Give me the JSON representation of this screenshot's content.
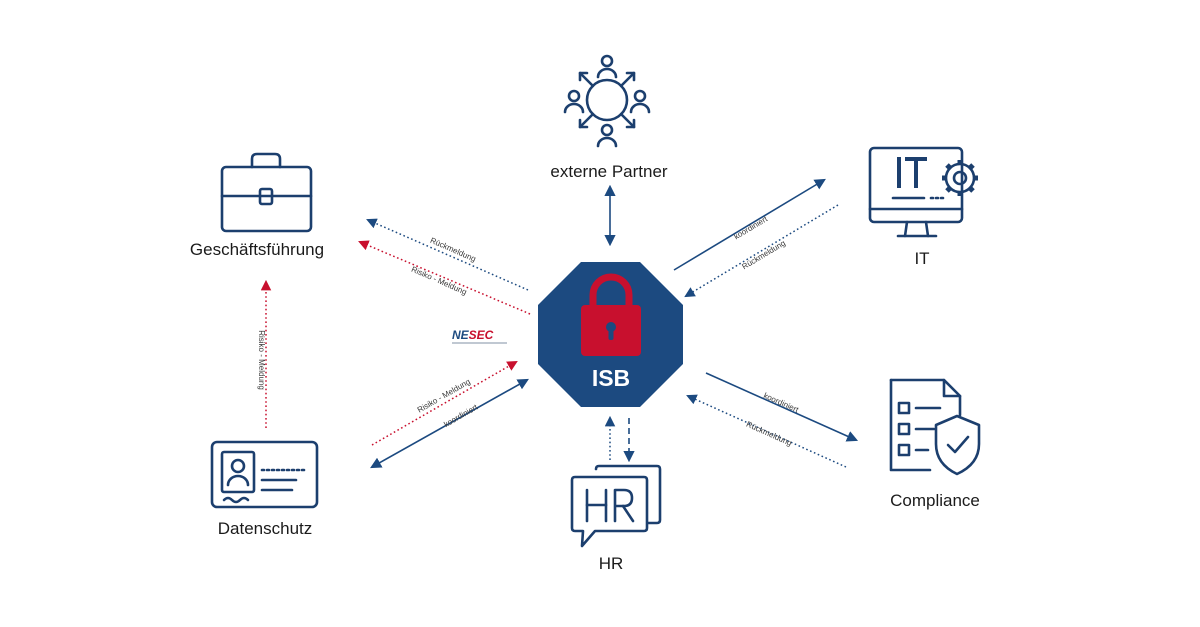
{
  "center": {
    "label": "ISB"
  },
  "logo": {
    "text_a": "NE",
    "text_b": "SEC"
  },
  "nodes": {
    "geschaeftsfuehrung": "Geschäftsführung",
    "externe_partner": "externe Partner",
    "it": "IT",
    "compliance": "Compliance",
    "hr": "HR",
    "datenschutz": "Datenschutz"
  },
  "edge_labels": {
    "gf_rueckmeldung": "Rückmeldung",
    "gf_risiko": "Risiko - Meldung",
    "it_koordiniert": "koordiniert",
    "it_rueckmeldung": "Rückmeldung",
    "comp_koordiniert": "koordiniert",
    "comp_rueckmeldung": "Rückmeldung",
    "ds_risiko": "Risiko - Meldung",
    "ds_koordiniert": "koordiniert",
    "ds_gf_risiko": "Risiko - Meldung"
  },
  "colors": {
    "navy": "#1c4a80",
    "icon_navy": "#1c3f6e",
    "red": "#c8102e",
    "text": "#1b1b1b"
  }
}
